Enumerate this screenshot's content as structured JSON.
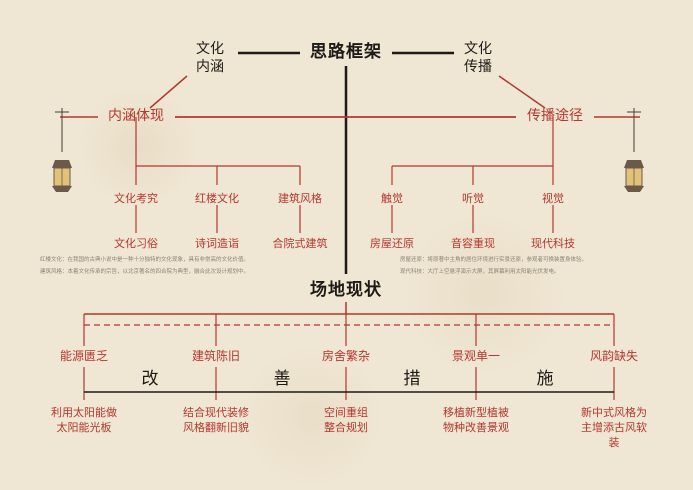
{
  "title": "思路框架",
  "top_left": [
    "文化",
    "内涵"
  ],
  "top_right": [
    "文化",
    "传播"
  ],
  "left_branch": "内涵体现",
  "right_branch": "传播途径",
  "left_items": [
    {
      "title": "文化考究",
      "sub": "文化习俗"
    },
    {
      "title": "红楼文化",
      "sub": "诗词造诣"
    },
    {
      "title": "建筑风格",
      "sub": "合院式建筑"
    }
  ],
  "right_items": [
    {
      "title": "触觉",
      "sub": "房屋还原"
    },
    {
      "title": "听觉",
      "sub": "音容重现"
    },
    {
      "title": "视觉",
      "sub": "现代科技"
    }
  ],
  "left_notes": [
    "红楼文化：在我国的古典小说中是一种十分独特的文化现象，具有非常高的文化价值。",
    "建筑风格：本着文化传承的宗旨，以北京著名的四合院为典型，融合此次设计规划中。"
  ],
  "right_notes": [
    "房屋还原：将原著中主角的居住环境进行实景还原，参观者可换装置身体验。",
    "现代科技：大厅上空悬浮演示大屏，其屏幕利用太阳能光伏发电。"
  ],
  "site_title": "场地现状",
  "issues": [
    {
      "problem": "能源匮乏",
      "solution": "利用太阳能做太阳能光板"
    },
    {
      "problem": "建筑陈旧",
      "solution": "结合现代装修风格翻新旧貌"
    },
    {
      "problem": "房舍繁杂",
      "solution": "空间重组整合规划"
    },
    {
      "problem": "景观单一",
      "solution": "移植新型植被物种改善景观"
    },
    {
      "problem": "风韵缺失",
      "solution": "新中式风格为主增添古风软装"
    }
  ],
  "measures": [
    "改",
    "善",
    "措",
    "施"
  ],
  "colors": {
    "accent": "#b5372f",
    "ink": "#1e1a17",
    "background": "#efe6d3"
  }
}
